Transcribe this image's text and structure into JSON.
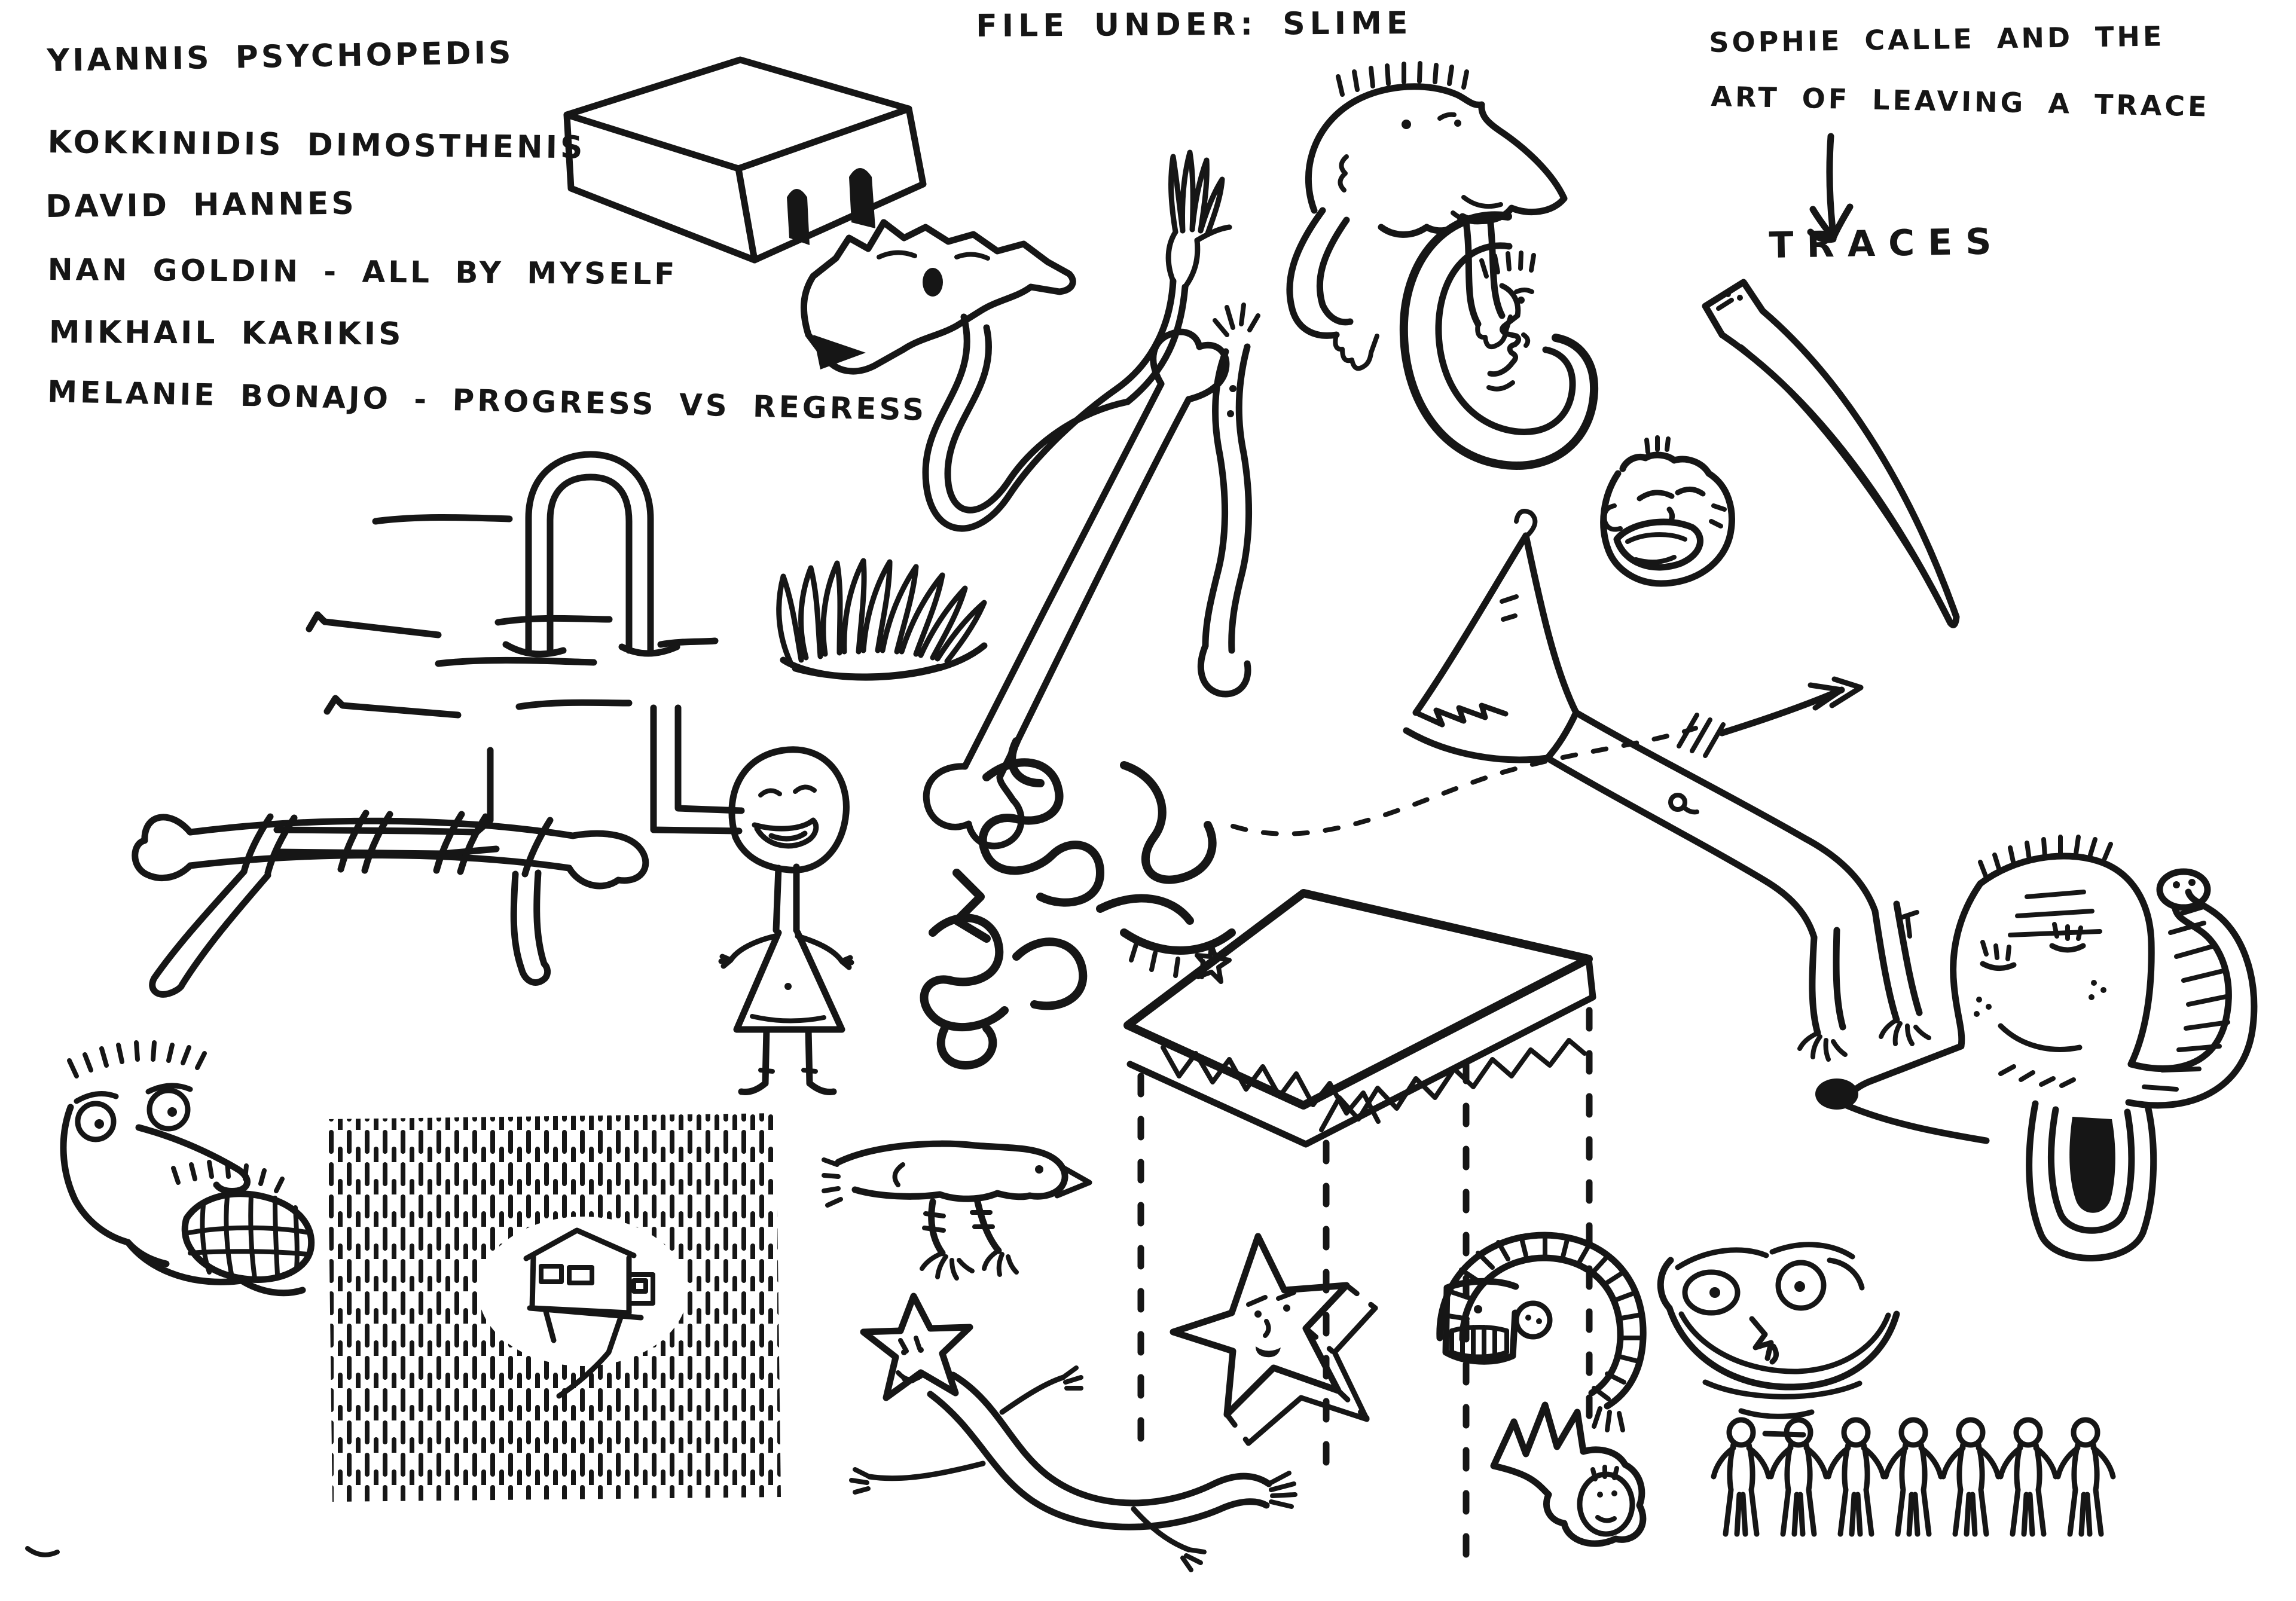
{
  "page": {
    "background": "#ffffff",
    "ink": "#161616",
    "kind": "scanned hand-drawn sketch sheet"
  },
  "header": {
    "artist_list": [
      "YIANNIS PSYCHOPEDIS",
      "KOKKINIDIS DIMOSTHENIS",
      "DAVID HANNES",
      "NAN GOLDIN - ALL BY MYSELF",
      "MIKHAIL KARIKIS",
      "MELANIE BONAJO - PROGRESS VS REGRESS"
    ],
    "file_under": "FILE UNDER: SLIME",
    "sophie_note": {
      "line1": "SOPHIE CALLE AND THE",
      "line2": "ART OF LEAVING A TRACE",
      "arrow_icon": "down-arrow",
      "result": "TRACES"
    }
  },
  "doodles": [
    {
      "name": "box-block-doodle",
      "desc": "3D block with two dark arched openings"
    },
    {
      "name": "rock-creature-doodle",
      "desc": "jagged rock head with eye, looping tube neck and raised hand"
    },
    {
      "name": "nose-face-walker-doodle",
      "desc": "big-nosed spiky head walking on two toed legs"
    },
    {
      "name": "ear-with-face-doodle",
      "desc": "large ear spiral with small profile face inside"
    },
    {
      "name": "laughing-head-doodle",
      "desc": "round head with wide open laughing mouth"
    },
    {
      "name": "tusk-doodle",
      "desc": "long curved tusk with tiny face at its base"
    },
    {
      "name": "down-arrow-doodle",
      "desc": "hand-drawn arrow pointing down to TRACES"
    },
    {
      "name": "bag-frame-doodle",
      "desc": "abstract arch handle over wavy lines and stepped lines"
    },
    {
      "name": "hedgehog-fan-doodle",
      "desc": "fan of spiky loops"
    },
    {
      "name": "long-bone-doodle",
      "desc": "long diagonal bone"
    },
    {
      "name": "severed-arm-doodle",
      "desc": "thin arm with small hand and rounded stump"
    },
    {
      "name": "squiggle-mass-doodle",
      "desc": "tangled slime squiggle cluster"
    },
    {
      "name": "twisted-bone-doodle",
      "desc": "horizontal bone wrapped by ribbon, standing on thin legs"
    },
    {
      "name": "smiling-girl-doodle",
      "desc": "big-headed smiling girl in triangle dress"
    },
    {
      "name": "cardboard-table-doodle",
      "desc": "corrugated cardboard slab with sparkle and dashed legs"
    },
    {
      "name": "fin-head-strider-doodle",
      "desc": "triangle-headed creature with long body and two legs"
    },
    {
      "name": "dashed-arrow-doodle",
      "desc": "dashed trajectory ending in feathered arrow"
    },
    {
      "name": "elephant-face-doodle",
      "desc": "big face with lashes, dark U mouth and trunk turning into a worm"
    },
    {
      "name": "grid-mouth-face-doodle",
      "desc": "spiky-haired face with long nose and gridded grin"
    },
    {
      "name": "hatched-field-doodle",
      "desc": "dense hatched field with small house in a clearing"
    },
    {
      "name": "goose-head-doodle",
      "desc": "goose head with beak standing on toed legs"
    },
    {
      "name": "star-head-snake-doodle",
      "desc": "star-headed creature with long snake body and stick hands"
    },
    {
      "name": "paper-star-doodle",
      "desc": "3D paper star with a face"
    },
    {
      "name": "hood-snout-figure-doodle",
      "desc": "striped hood over square head with round snout"
    },
    {
      "name": "grin-mask-doodle",
      "desc": "wide grinning mask face"
    },
    {
      "name": "flame-comet-face-doodle",
      "desc": "flame-crowned comet blob with small face"
    },
    {
      "name": "paper-doll-chain-doodle",
      "desc": "row of seven figures holding hands"
    },
    {
      "name": "stray-mark-doodle",
      "desc": "small stray pen arc at bottom left"
    }
  ]
}
